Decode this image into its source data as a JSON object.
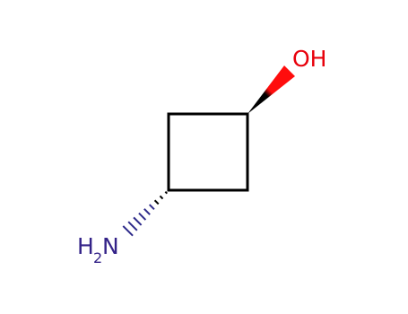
{
  "molecule": {
    "atoms": {
      "hydroxyl": {
        "label": "OH",
        "color": "#e8000b"
      },
      "amine": {
        "label_main": "H",
        "label_sub": "2",
        "label_tail": "N",
        "color": "#332288"
      }
    },
    "bond_color": "#000000",
    "wedge_color": "#ff0d0d",
    "hash_color": "#2d2a8a"
  }
}
